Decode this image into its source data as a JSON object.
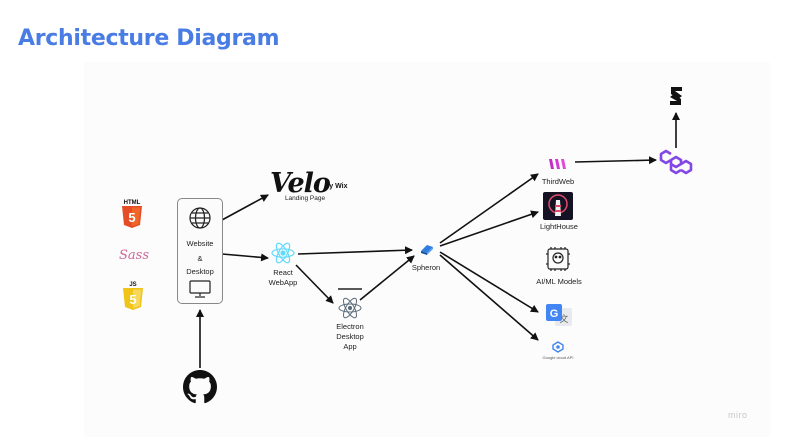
{
  "title": "Architecture Diagram",
  "nodes": {
    "velo_wordmark": "Velo",
    "velo_by": "by Wix",
    "landing_page": "Landing Page",
    "website": "Website",
    "ampersand": "&",
    "desktop": "Desktop",
    "react_line1": "React",
    "react_line2": "WebApp",
    "electron_line1": "Electron",
    "electron_line2": "Desktop",
    "electron_line3": "App",
    "spheron": "Spheron",
    "thirdweb": "ThirdWeb",
    "lighthouse": "LightHouse",
    "aiml": "AI/ML Models",
    "gcloud": "Google cloud API"
  },
  "tech_icons": {
    "html5": "HTML",
    "sass": "Sass",
    "js": "JS"
  },
  "watermark": "miro",
  "colors": {
    "title": "#4a7de3",
    "html5": "#e44d26",
    "sass": "#cd6799",
    "js": "#f0c419",
    "react": "#61dafb",
    "polygon": "#8247e5",
    "thirdweb": "#c02ec9",
    "google": "#4285f4"
  }
}
